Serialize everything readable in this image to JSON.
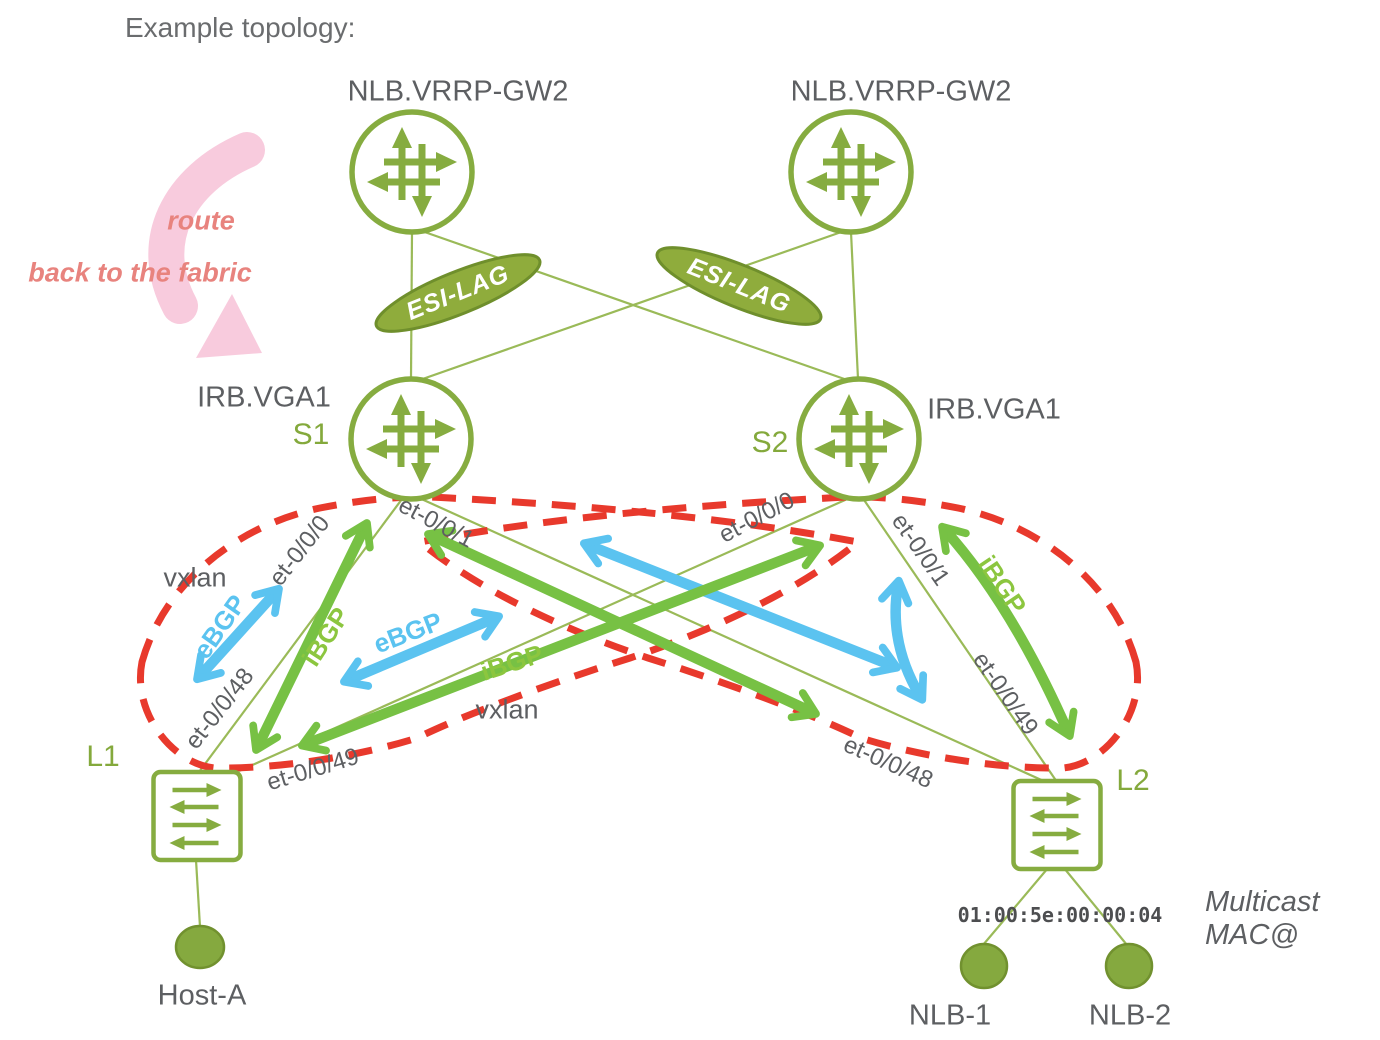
{
  "title": "Example topology:",
  "nodes": {
    "gw1": "NLB.VRRP-GW2",
    "gw2": "NLB.VRRP-GW2",
    "irb1": "IRB.VGA1",
    "irb2": "IRB.VGA1",
    "s1": "S1",
    "s2": "S2",
    "l1": "L1",
    "l2": "L2",
    "host_a": "Host-A",
    "nlb1": "NLB-1",
    "nlb2": "NLB-2"
  },
  "esi_lag": "ESI-LAG",
  "ports": {
    "p0": "et-0/0/0",
    "p1": "et-0/0/1",
    "p48": "et-0/0/48",
    "p49": "et-0/0/49"
  },
  "protocols": {
    "ebgp": "eBGP",
    "ibgp": "iBGP",
    "vxlan": "vxlan"
  },
  "annotations": {
    "route_line1": "route",
    "route_line2": "back to the fabric",
    "mac": "01:00:5e:00:00:04",
    "multicast_line1": "Multicast",
    "multicast_line2": "MAC@"
  },
  "colors": {
    "olive_icon": "#86ac40",
    "olive_line": "#9aba58",
    "esi_fill": "#8fac3c",
    "arrow_green": "#77c144",
    "arrow_blue": "#5bc3f0",
    "red_dashed": "#e8392c",
    "pink": "#f8cbdd",
    "coral_text": "#e8837e",
    "grey_text": "#5d5f62"
  }
}
